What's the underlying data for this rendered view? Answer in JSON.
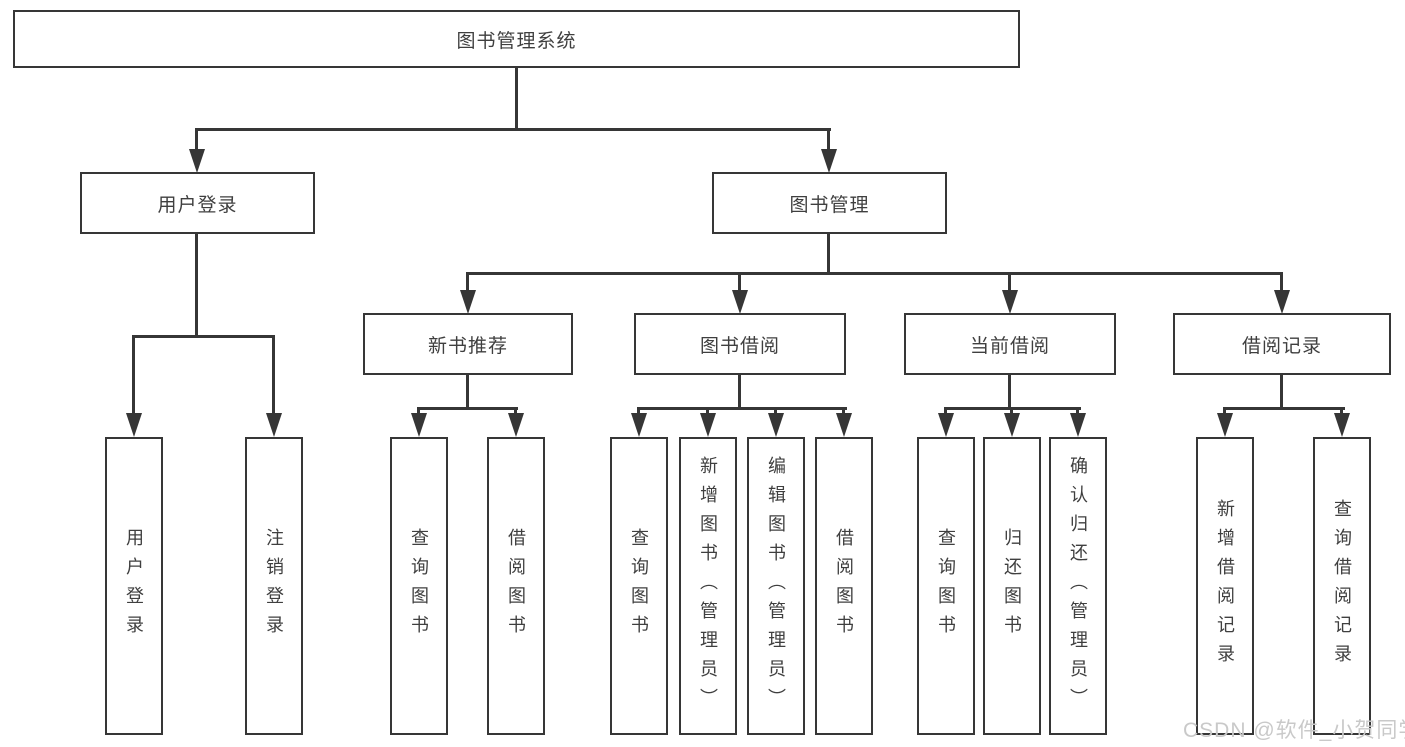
{
  "diagram": {
    "root": {
      "label": "图书管理系统"
    },
    "level2": [
      {
        "label": "用户登录"
      },
      {
        "label": "图书管理"
      }
    ],
    "level3": [
      {
        "label": "新书推荐"
      },
      {
        "label": "图书借阅"
      },
      {
        "label": "当前借阅"
      },
      {
        "label": "借阅记录"
      }
    ],
    "leaves": {
      "user_login": [
        "用户登录",
        "注销登录"
      ],
      "new_book": [
        "查询图书",
        "借阅图书"
      ],
      "book_borrow": [
        "查询图书",
        "新增图书（管理员）",
        "编辑图书（管理员）",
        "借阅图书"
      ],
      "current_borrow": [
        "查询图书",
        "归还图书",
        "确认归还（管理员）"
      ],
      "borrow_record": [
        "新增借阅记录",
        "查询借阅记录"
      ]
    },
    "colors": {
      "line": "#363636",
      "text": "#3f3f3f",
      "watermark": "#c9c9c9"
    },
    "watermark": "CSDN @软件_小贺同学"
  }
}
